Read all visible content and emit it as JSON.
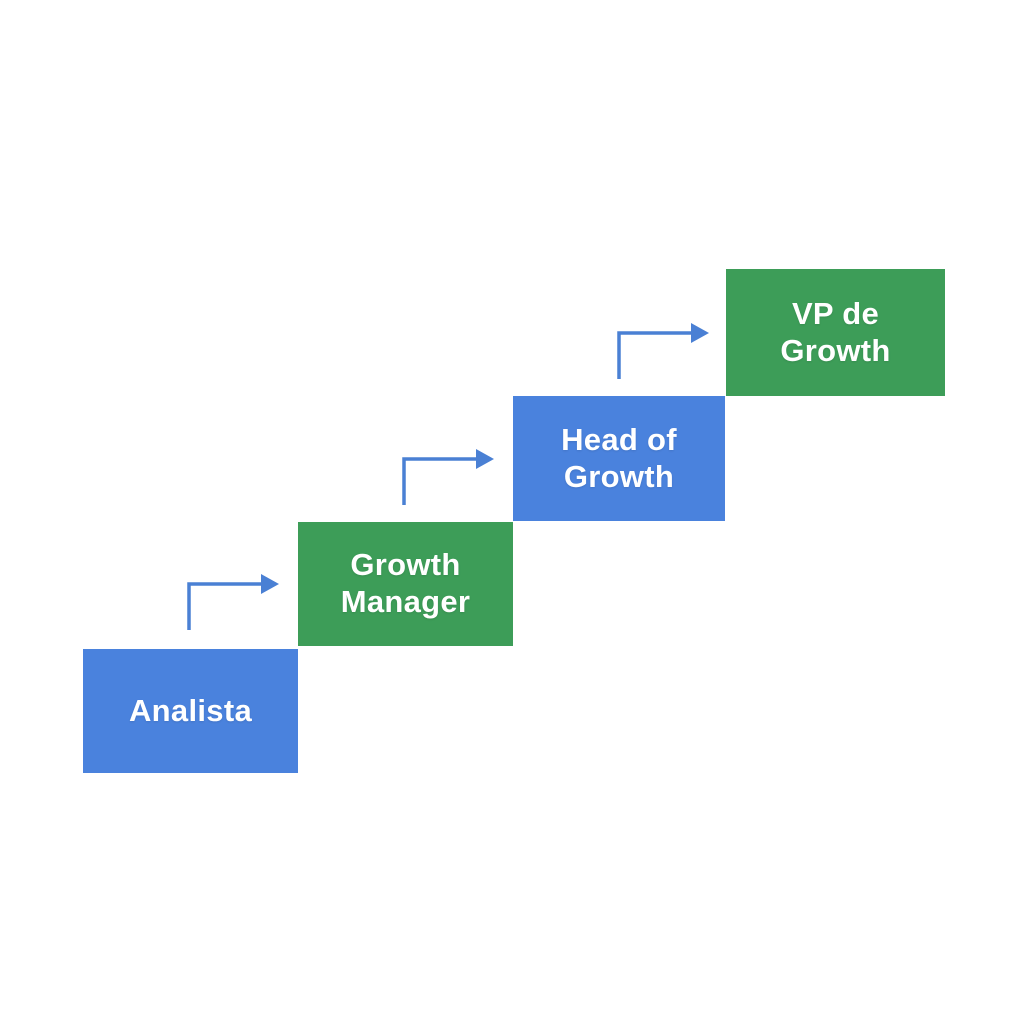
{
  "diagram": {
    "type": "career-ladder-staircase",
    "steps": [
      {
        "label": "Analista",
        "color": "blue"
      },
      {
        "label": "Growth Manager",
        "color": "green"
      },
      {
        "label": "Head of Growth",
        "color": "blue"
      },
      {
        "label": "VP de Growth",
        "color": "green"
      }
    ],
    "arrow_count": 3
  },
  "colors": {
    "box-blue": "#4a82dd",
    "box-green": "#3d9d58",
    "arrow": "#4a80d4",
    "text": "#ffffff",
    "background": "#ffffff"
  }
}
